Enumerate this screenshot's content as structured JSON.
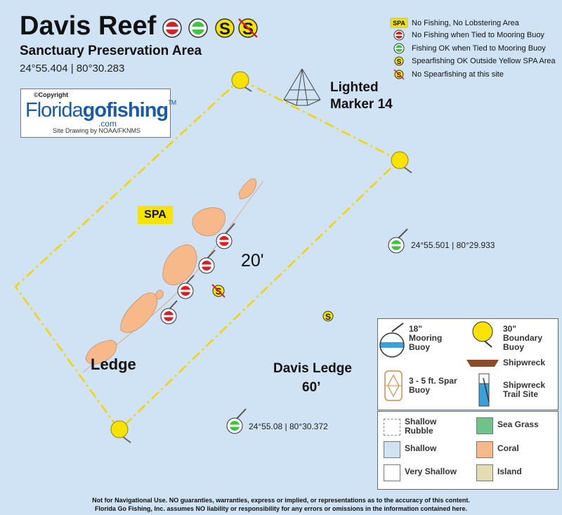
{
  "header": {
    "title": "Davis Reef",
    "subtitle": "Sanctuary Preservation Area",
    "coordinates": "24°55.404 | 80°30.283"
  },
  "logo": {
    "copyright": "©Copyright",
    "brand_plain": "Florida",
    "brand_bold": "gofishing",
    "brand_tm": "TM",
    "brand_suffix": ".com",
    "credit": "Site Drawing by NOAA/FKNMS"
  },
  "top_legend": {
    "spa_badge": "SPA",
    "spear_glyph": "S",
    "items": [
      {
        "icon": "spa-badge",
        "text": "No Fishing, No Lobstering Area"
      },
      {
        "icon": "red-mooring-buoy-icon",
        "text": "No Fishing when Tied to Mooring Buoy"
      },
      {
        "icon": "green-mooring-buoy-icon",
        "text": "Fishing OK when Tied to Mooring Buoy"
      },
      {
        "icon": "spearfishing-icon",
        "text": "Spearfishing OK Outside Yellow SPA Area"
      },
      {
        "icon": "no-spearfishing-icon",
        "text": "No Spearfishing at this site"
      }
    ]
  },
  "map_labels": {
    "lighted_marker": [
      "Lighted",
      "Marker 14"
    ],
    "spa": "SPA",
    "depth_20": "20'",
    "ledge": "Ledge",
    "davis_ledge": "Davis Ledge",
    "depth_60": "60’",
    "buoy_coord_east": "24°55.501 | 80°29.933",
    "buoy_coord_south": "24°55.08 | 80°30.372"
  },
  "symbol_legend": [
    {
      "icon": "mooring-buoy-icon",
      "text": "18\" Mooring Buoy"
    },
    {
      "icon": "boundary-buoy-icon",
      "text": "30\" Boundary Buoy"
    },
    {
      "icon": "shipwreck-icon",
      "text": "Shipwreck"
    },
    {
      "icon": "spar-buoy-icon",
      "text": "3 - 5 ft. Spar Buoy"
    },
    {
      "icon": "shipwreck-trail-icon",
      "text": "Shipwreck Trail Site"
    }
  ],
  "habitat_legend": [
    {
      "text": "Shallow Rubble",
      "color": "#ffffff",
      "dashed": true
    },
    {
      "text": "Sea Grass",
      "color": "#6dc38a"
    },
    {
      "text": "Shallow",
      "color": "#cfe3f4"
    },
    {
      "text": "Coral",
      "color": "#f7b98a"
    },
    {
      "text": "Very Shallow",
      "color": "#ffffff"
    },
    {
      "text": "Island",
      "color": "#e2dcb0"
    }
  ],
  "colors": {
    "water": "#cfe3f4",
    "coral": "#f7b98a",
    "boundary": "#f7e200",
    "red_buoy": "#d81f26",
    "green_buoy": "#3cc63c"
  },
  "disclaimer": [
    "Not for Navigational Use. NO guaranties, warranties, express or implied, or representations as to the accuracy of this content.",
    "Florida Go Fishing, Inc. assumes NO liability or responsibility for any errors or omissions in the information contained here."
  ]
}
